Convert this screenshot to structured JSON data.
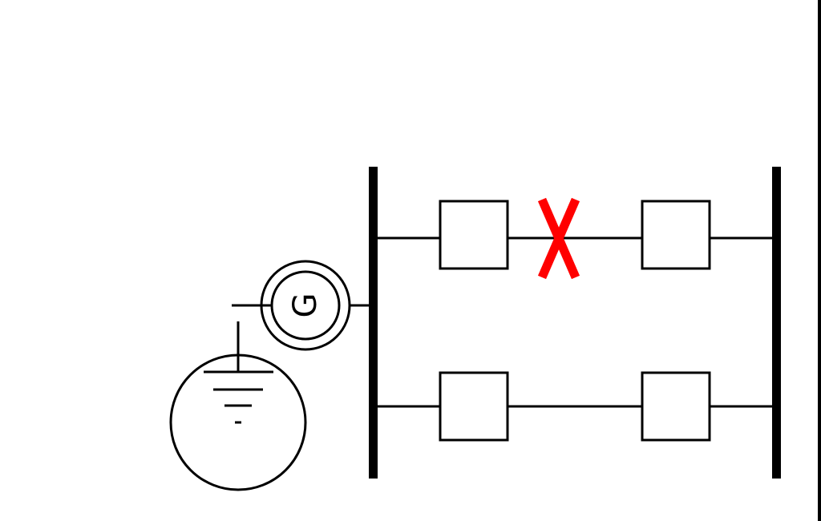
{
  "colors": {
    "line": "#000000",
    "fault": "#ff0000",
    "background": "#ffffff"
  },
  "generator": {
    "symbol_text": "G"
  },
  "icons": {
    "generator": "generator-symbol",
    "ground": "ground-symbol",
    "fault": "fault-x-icon",
    "breaker": "circuit-breaker-box"
  }
}
